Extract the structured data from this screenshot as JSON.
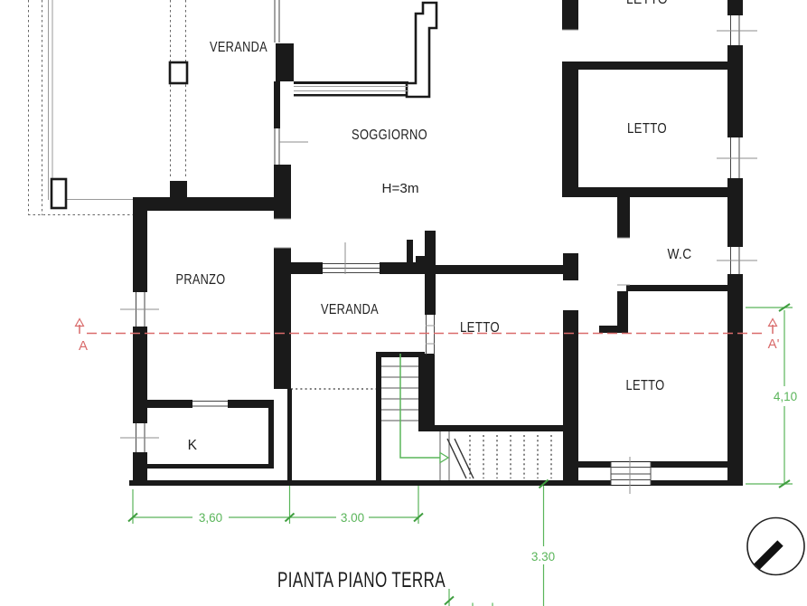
{
  "drawing": {
    "title": "PIANTA PIANO TERRA",
    "rooms": {
      "terrace_veranda": "VERANDA",
      "soggiorno": "SOGGIORNO",
      "soggiorno_height": "H=3m",
      "letto_top": "LETTO",
      "letto_right": "LETTO",
      "wc": "W.C",
      "pranzo": "PRANZO",
      "veranda_center": "VERANDA",
      "letto_center": "LETTO",
      "letto_bottom": "LETTO",
      "kitchen": "K"
    },
    "section_line": {
      "start": "A",
      "end": "A'"
    },
    "dimensions": {
      "bottom_left": "3,60",
      "bottom_center": "3.00",
      "stair_vertical": "3.30",
      "right_vertical": "4,10"
    },
    "colors": {
      "walls": "#1a1a1a",
      "section_line": "#d96b6b",
      "dimension": "#5ab55a"
    }
  }
}
